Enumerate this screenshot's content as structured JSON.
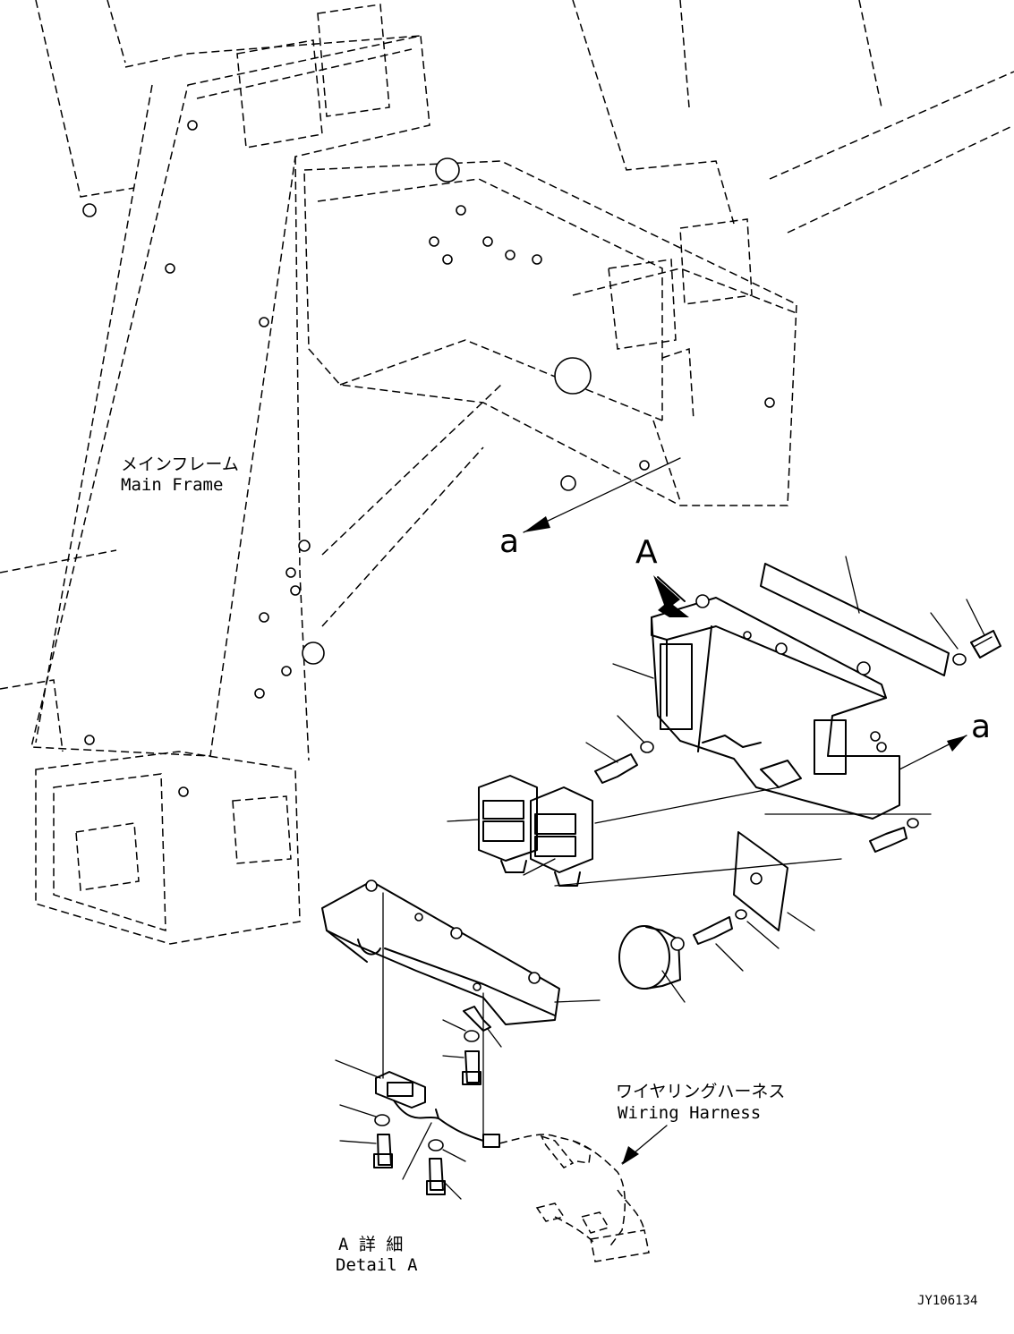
{
  "labels": {
    "main_frame_jp": "メインフレーム",
    "main_frame_en": "Main Frame",
    "wiring_harness_jp": "ワイヤリングハーネス",
    "wiring_harness_en": "Wiring Harness",
    "detail_jp": "A 詳 細",
    "detail_en": "Detail A",
    "view_a": "A",
    "ref_a_top": "a",
    "ref_a_right": "a",
    "drawing_number": "JY106134"
  }
}
